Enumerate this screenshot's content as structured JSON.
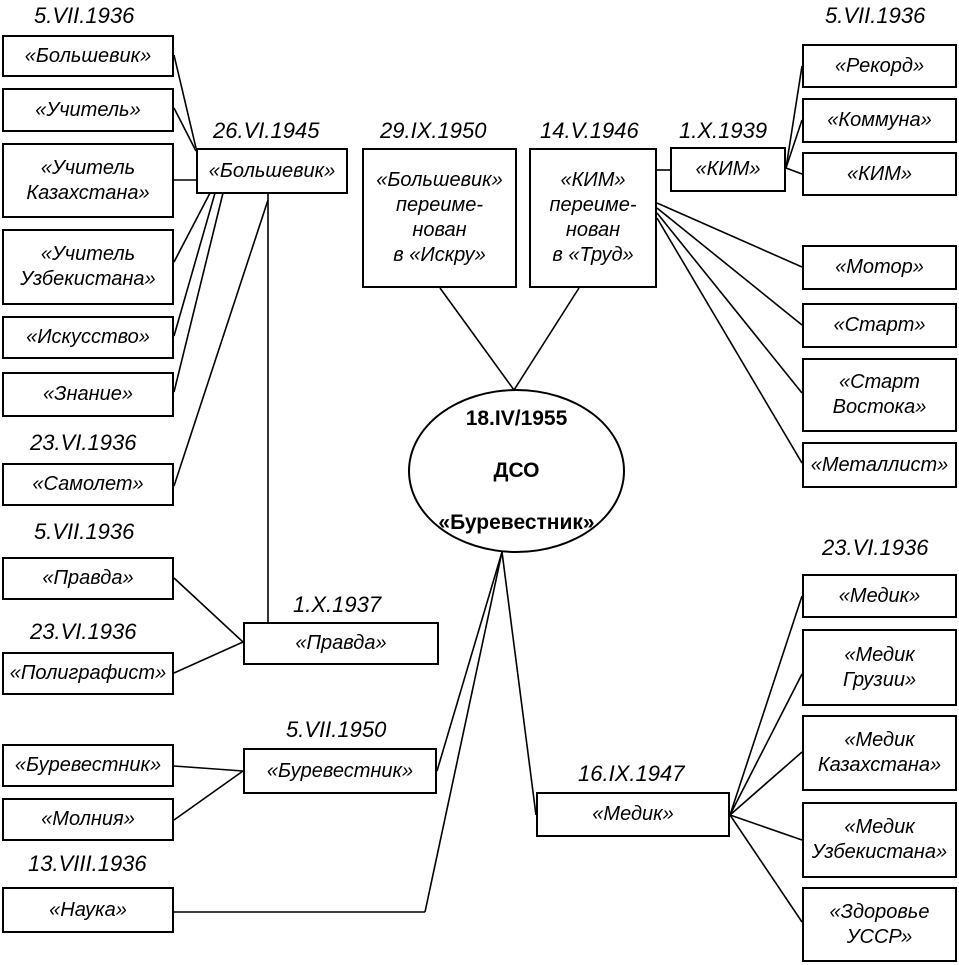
{
  "center": {
    "date": "18.IV/1955",
    "org": "ДСО",
    "name": "«Буревестник»"
  },
  "colors": {
    "line": "#000000",
    "background": "#ffffff"
  },
  "left_column": [
    {
      "id": "bolshevik1",
      "label": "«Большевик»",
      "date": "5.VII.1936"
    },
    {
      "id": "uchitel",
      "label": "«Учитель»"
    },
    {
      "id": "uchitel_kaz",
      "label": "«Учитель\nКазахстана»"
    },
    {
      "id": "uchitel_uzb",
      "label": "«Учитель\nУзбекистана»"
    },
    {
      "id": "iskusstvo",
      "label": "«Искусство»"
    },
    {
      "id": "znanie",
      "label": "«Знание»"
    },
    {
      "id": "samolet",
      "label": "«Самолет»",
      "date": "23.VI.1936"
    },
    {
      "id": "pravda1",
      "label": "«Правда»",
      "date": "5.VII.1936"
    },
    {
      "id": "poligrafist",
      "label": "«Полиграфист»",
      "date": "23.VI.1936"
    },
    {
      "id": "burevestnik1",
      "label": "«Буревестник»"
    },
    {
      "id": "molniya",
      "label": "«Молния»"
    },
    {
      "id": "nauka",
      "label": "«Наука»",
      "date": "13.VIII.1936"
    }
  ],
  "middle": [
    {
      "id": "bolshevik2",
      "label": "«Большевик»",
      "date": "26.VI.1945"
    },
    {
      "id": "iskra",
      "label": "«Большевик»\nпереиме-\nнован\nв «Искру»",
      "date": "29.IX.1950"
    },
    {
      "id": "trud",
      "label": "«КИМ»\nпереиме-\nнован\nв «Труд»",
      "date": "14.V.1946"
    },
    {
      "id": "kim2",
      "label": "«КИМ»",
      "date": "1.X.1939"
    },
    {
      "id": "pravda2",
      "label": "«Правда»",
      "date": "1.X.1937"
    },
    {
      "id": "burevestnik2",
      "label": "«Буревестник»",
      "date": "5.VII.1950"
    },
    {
      "id": "medik2",
      "label": "«Медик»",
      "date": "16.IX.1947"
    }
  ],
  "right_column": [
    {
      "id": "rekord",
      "label": "«Рекорд»",
      "date": "5.VII.1936"
    },
    {
      "id": "kommuna",
      "label": "«Коммуна»"
    },
    {
      "id": "kim1",
      "label": "«КИМ»"
    },
    {
      "id": "motor",
      "label": "«Мотор»"
    },
    {
      "id": "start",
      "label": "«Старт»"
    },
    {
      "id": "start_vostoka",
      "label": "«Старт\nВостока»"
    },
    {
      "id": "metallist",
      "label": "«Металлист»"
    },
    {
      "id": "medik1",
      "label": "«Медик»",
      "date": "23.VI.1936"
    },
    {
      "id": "medik_gruzii",
      "label": "«Медик\nГрузии»"
    },
    {
      "id": "medik_kaz",
      "label": "«Медик\nКазахстана»"
    },
    {
      "id": "medik_uzb",
      "label": "«Медик\nУзбекистана»"
    },
    {
      "id": "zdorovie",
      "label": "«Здоровье\nУССР»"
    }
  ]
}
